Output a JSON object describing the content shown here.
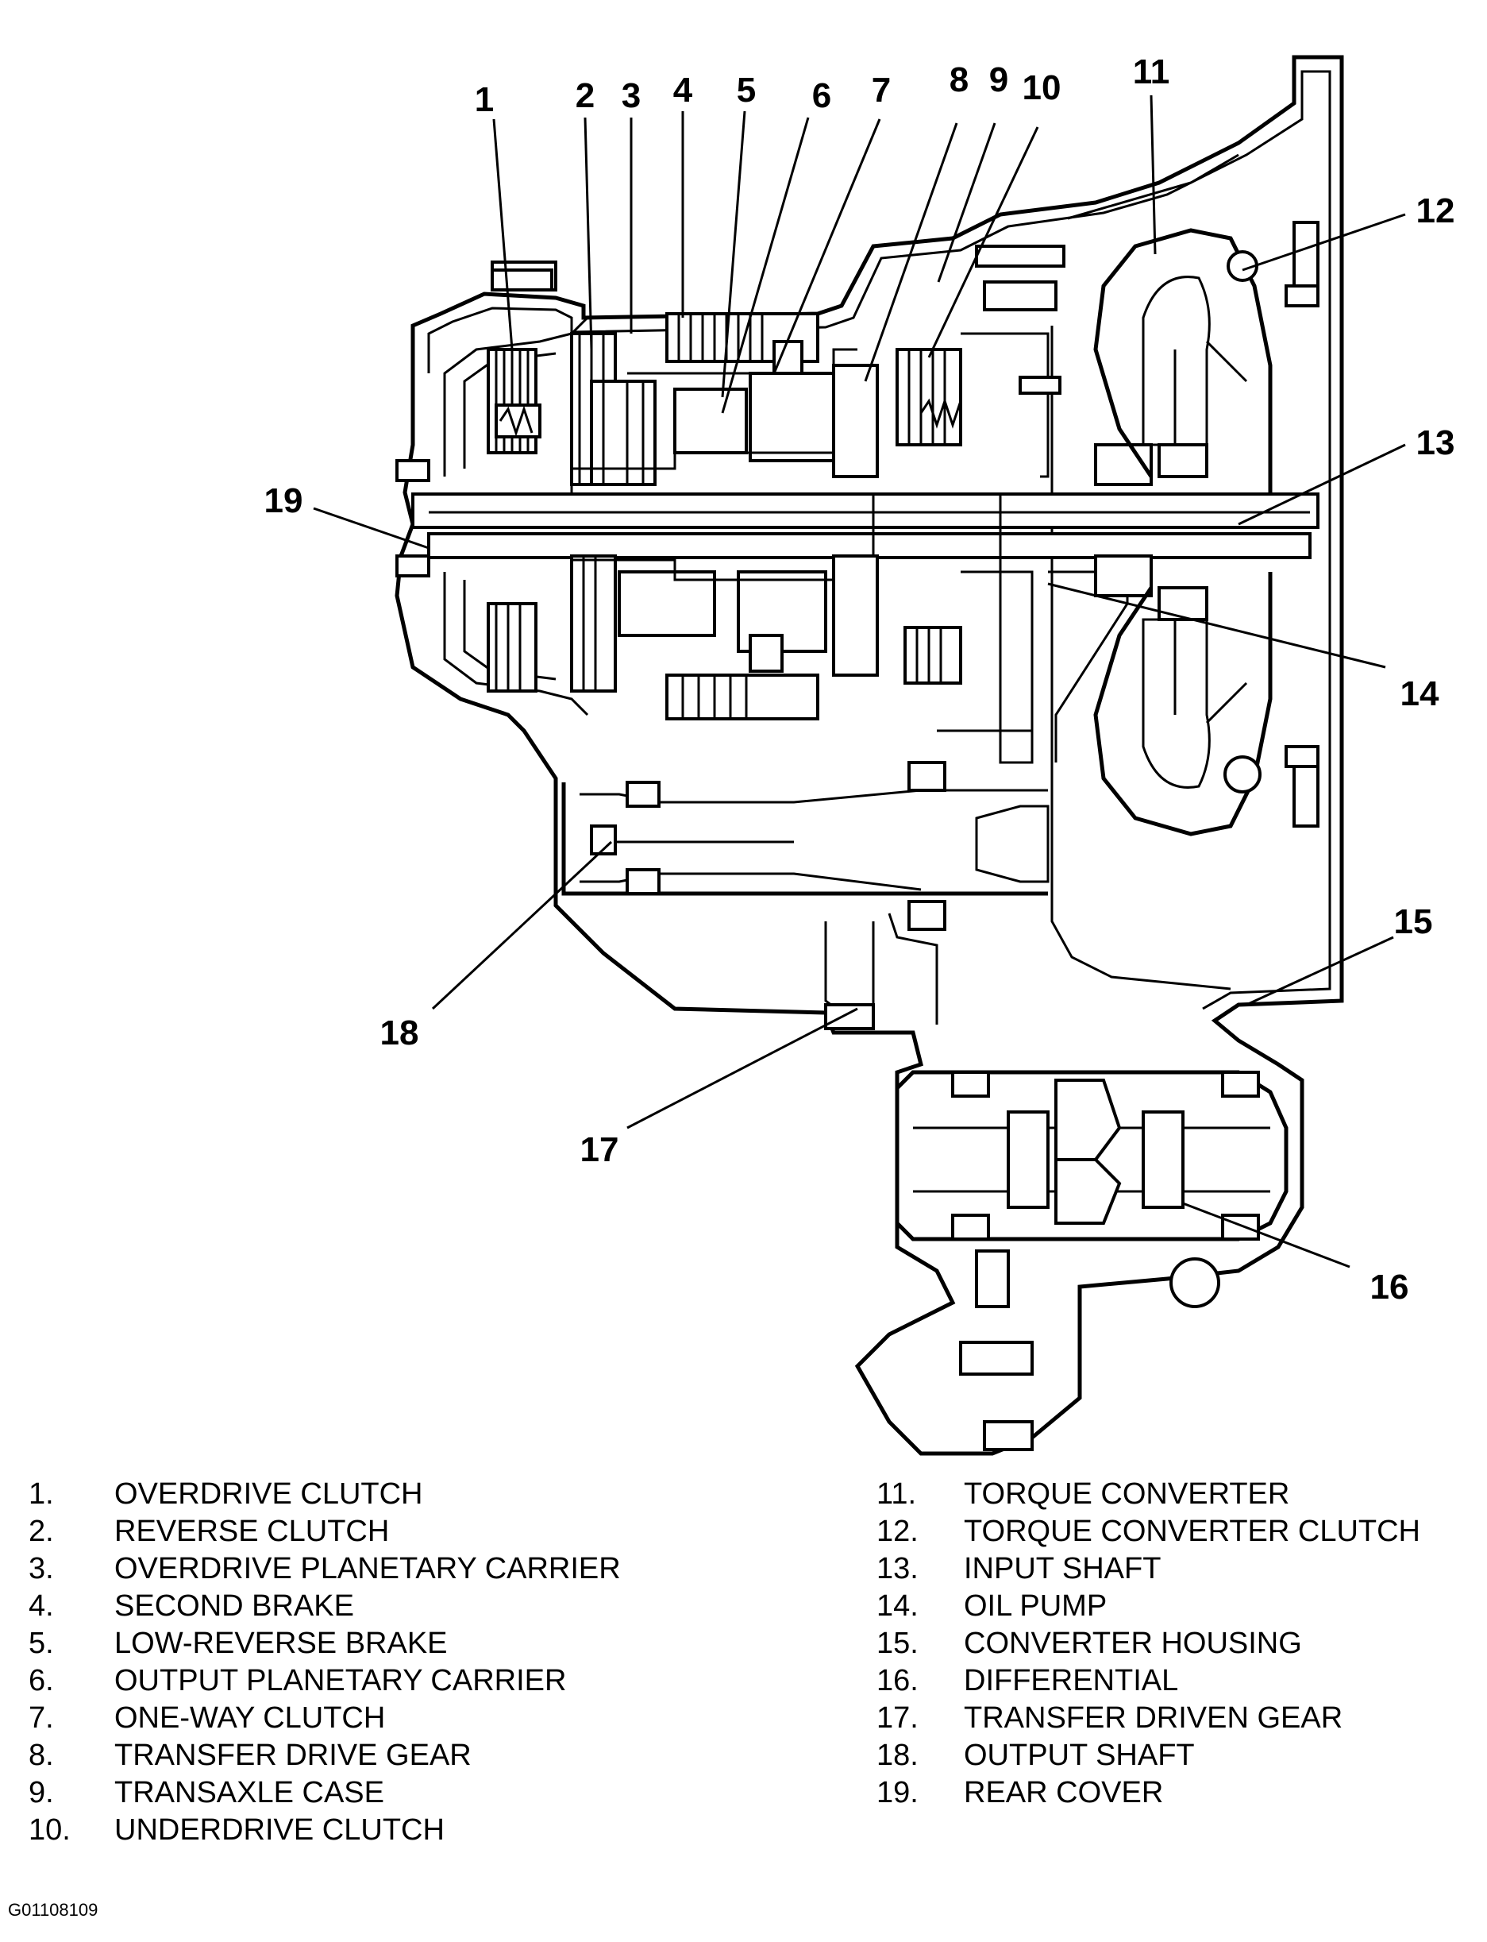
{
  "callouts": [
    "1",
    "2",
    "3",
    "4",
    "5",
    "6",
    "7",
    "8",
    "9",
    "10",
    "11",
    "12",
    "13",
    "14",
    "15",
    "16",
    "17",
    "18",
    "19"
  ],
  "legend_left": [
    {
      "num": "1.",
      "label": "OVERDRIVE CLUTCH"
    },
    {
      "num": "2.",
      "label": "REVERSE CLUTCH"
    },
    {
      "num": "3.",
      "label": "OVERDRIVE PLANETARY CARRIER"
    },
    {
      "num": "4.",
      "label": "SECOND BRAKE"
    },
    {
      "num": "5.",
      "label": "LOW-REVERSE BRAKE"
    },
    {
      "num": "6.",
      "label": "OUTPUT PLANETARY CARRIER"
    },
    {
      "num": "7.",
      "label": "ONE-WAY CLUTCH"
    },
    {
      "num": "8.",
      "label": "TRANSFER DRIVE GEAR"
    },
    {
      "num": "9.",
      "label": "TRANSAXLE CASE"
    },
    {
      "num": "10.",
      "label": "UNDERDRIVE CLUTCH"
    }
  ],
  "legend_right": [
    {
      "num": "11.",
      "label": "TORQUE CONVERTER"
    },
    {
      "num": "12.",
      "label": "TORQUE CONVERTER CLUTCH"
    },
    {
      "num": "13.",
      "label": "INPUT SHAFT"
    },
    {
      "num": "14.",
      "label": "OIL PUMP"
    },
    {
      "num": "15.",
      "label": "CONVERTER HOUSING"
    },
    {
      "num": "16.",
      "label": "DIFFERENTIAL"
    },
    {
      "num": "17.",
      "label": "TRANSFER DRIVEN GEAR"
    },
    {
      "num": "18.",
      "label": "OUTPUT SHAFT"
    },
    {
      "num": "19.",
      "label": "REAR COVER"
    }
  ],
  "figure_id": "G01108109"
}
